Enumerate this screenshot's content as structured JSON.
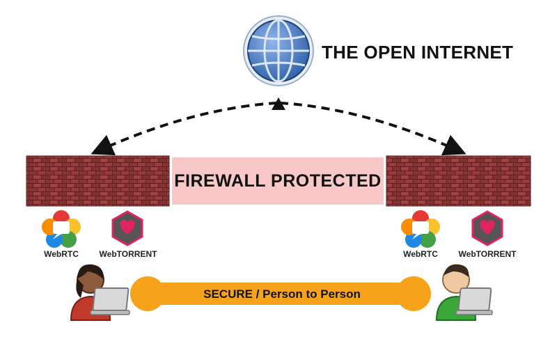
{
  "title": "THE OPEN INTERNET",
  "firewall_label": "FIREWALL PROTECTED",
  "left_logos": {
    "webrtc": "WebRTC",
    "webtorrent": "WebTORRENT"
  },
  "right_logos": {
    "webrtc": "WebRTC",
    "webtorrent": "WebTORRENT"
  },
  "connection_label": "SECURE / Person to Person",
  "colors": {
    "brick": "#8b3a3a",
    "firewall_gap": "#f8c8c8",
    "globe": "#2f5fa8",
    "connection": "#f7a21b",
    "person_left_shirt": "#c0392b",
    "person_right_shirt": "#3aa63a",
    "webtorrent_hex": "#555555",
    "webtorrent_heart": "#e0245e"
  },
  "icons": [
    "globe-icon",
    "webrtc-icon",
    "webtorrent-icon",
    "person-laptop-icon"
  ]
}
